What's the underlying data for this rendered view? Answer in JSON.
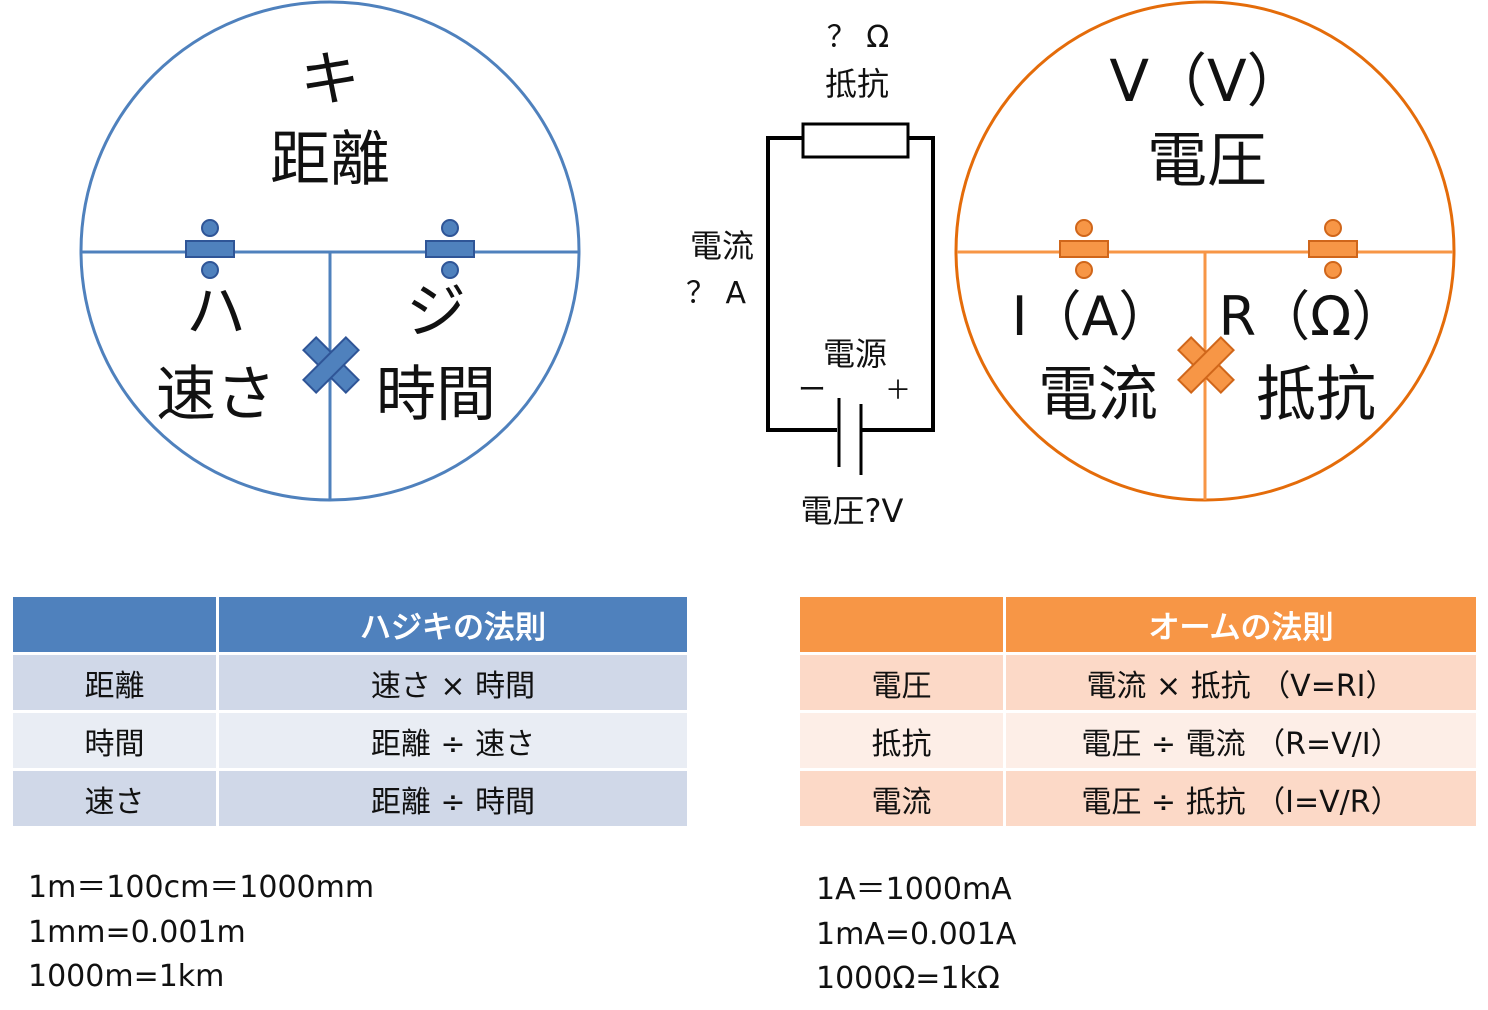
{
  "haji_circle": {
    "top_letter": "キ",
    "top_label": "距離",
    "left_letter": "ハ",
    "left_label": "速さ",
    "right_letter": "ジ",
    "right_label": "時間",
    "color": "#4f81bd"
  },
  "circuit": {
    "resistance_value": "？ Ω",
    "resistance_label": "抵抗",
    "current_label": "電流",
    "current_value": "？ A",
    "power_label": "電源",
    "minus": "ー",
    "plus": "＋",
    "voltage_label": "電圧?V"
  },
  "ohm_circle": {
    "top_letter": "V（V）",
    "top_label": "電圧",
    "left_letter": "I（A）",
    "left_label": "電流",
    "right_letter": "R（Ω）",
    "right_label": "抵抗",
    "color": "#f79646"
  },
  "haji_table": {
    "header": [
      "",
      "ハジキの法則"
    ],
    "rows": [
      [
        "距離",
        "速さ × 時間"
      ],
      [
        "時間",
        "距離 ÷ 速さ"
      ],
      [
        "速さ",
        "距離 ÷ 時間"
      ]
    ]
  },
  "ohm_table": {
    "header": [
      "",
      "オームの法則"
    ],
    "rows": [
      [
        "電圧",
        "電流 × 抵抗 （V=RI）"
      ],
      [
        "抵抗",
        "電圧 ÷ 電流 （R=V/I）"
      ],
      [
        "電流",
        "電圧 ÷ 抵抗 （I=V/R）"
      ]
    ]
  },
  "haji_notes": [
    "1m＝100cm＝1000mm",
    "1mm=0.001m",
    "1000m=1km"
  ],
  "ohm_notes": [
    "1A＝1000mA",
    "1mA=0.001A",
    "1000Ω=1kΩ"
  ]
}
